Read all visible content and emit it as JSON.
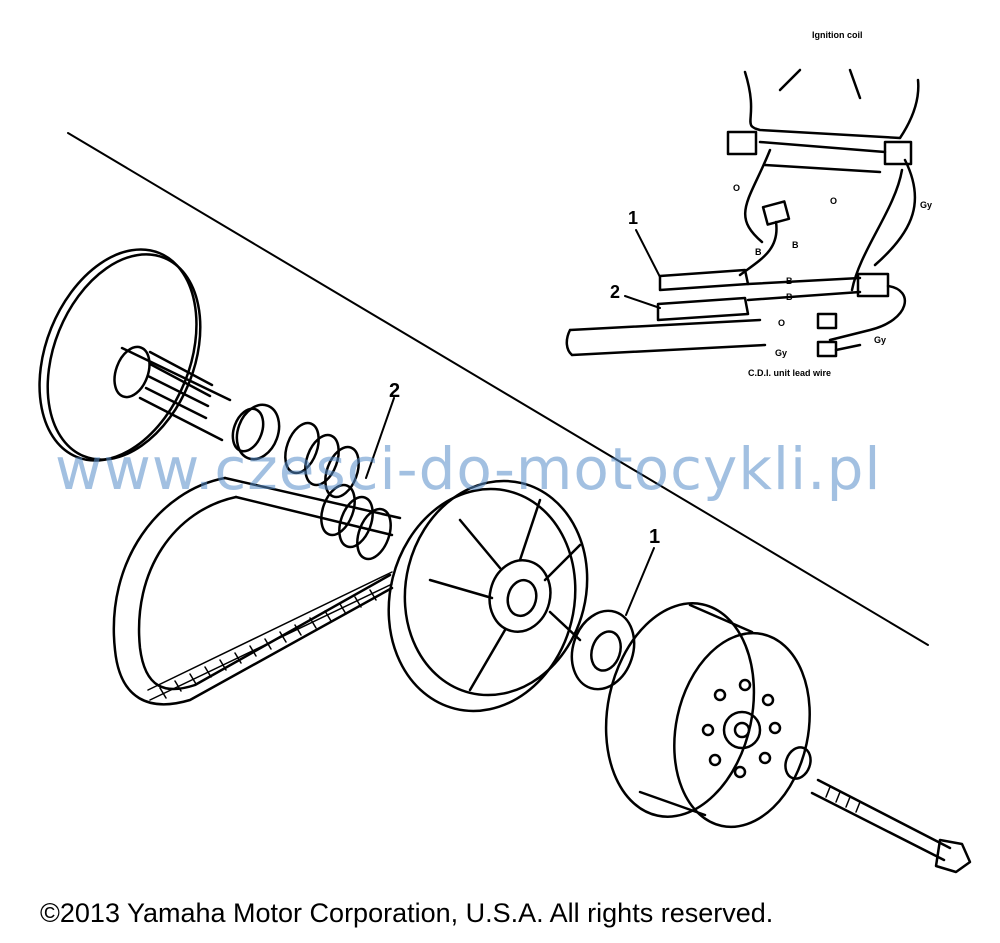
{
  "callouts": {
    "main_1": "1",
    "main_2": "2",
    "inset_1": "1",
    "inset_2": "2"
  },
  "inset": {
    "ignition_coil": "Ignition coil",
    "cdi_lead": "C.D.I. unit lead wire",
    "wire_labels": {
      "o": "O",
      "b1": "B",
      "b2": "B",
      "b3": "B",
      "b4": "B",
      "o2": "O",
      "o3": "O",
      "gy1": "Gy",
      "gy2": "Gy",
      "gy3": "Gy"
    }
  },
  "watermark": "www.czesci-do-motocykli.pl",
  "copyright": "©2013 Yamaha Motor Corporation, U.S.A. All rights reserved.",
  "colors": {
    "line": "#000000",
    "watermark": "#558cc8"
  }
}
